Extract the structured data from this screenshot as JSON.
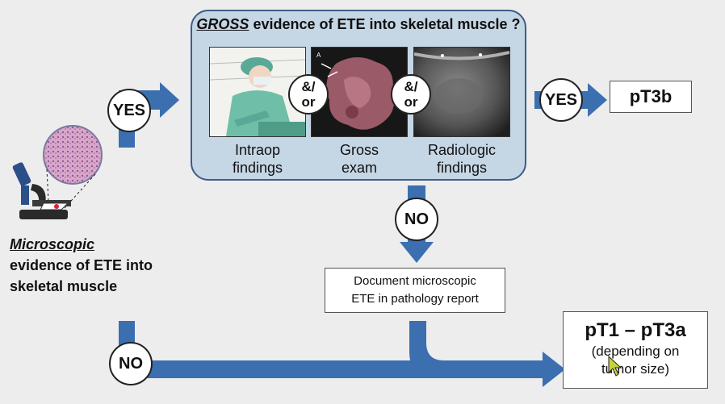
{
  "gross": {
    "title_em": "GROSS",
    "title_rest": " evidence of ETE into skeletal muscle ?",
    "captions": [
      {
        "line1": "Intraop",
        "line2": "findings"
      },
      {
        "line1": "Gross",
        "line2": "exam"
      },
      {
        "line1": "Radiologic",
        "line2": "findings"
      }
    ],
    "andor": {
      "line1": "&/",
      "line2": "or"
    },
    "image_marker": "A"
  },
  "decisions": {
    "yes": "YES",
    "no": "NO"
  },
  "results": {
    "pt3b": "pT3b",
    "document": {
      "line1": "Document microscopic",
      "line2": "ETE in pathology report"
    },
    "pt1": {
      "title": "pT1 – pT3a",
      "line1": "(depending on",
      "line2": "tumor size)"
    }
  },
  "microscopic": {
    "em": "Microscopic",
    "line1": "evidence of ETE into",
    "line2": "skeletal muscle"
  },
  "colors": {
    "arrow": "#3b6fb0",
    "panel_fill": "#c5d6e5",
    "panel_border": "#3d5d86",
    "background": "#ededed"
  }
}
